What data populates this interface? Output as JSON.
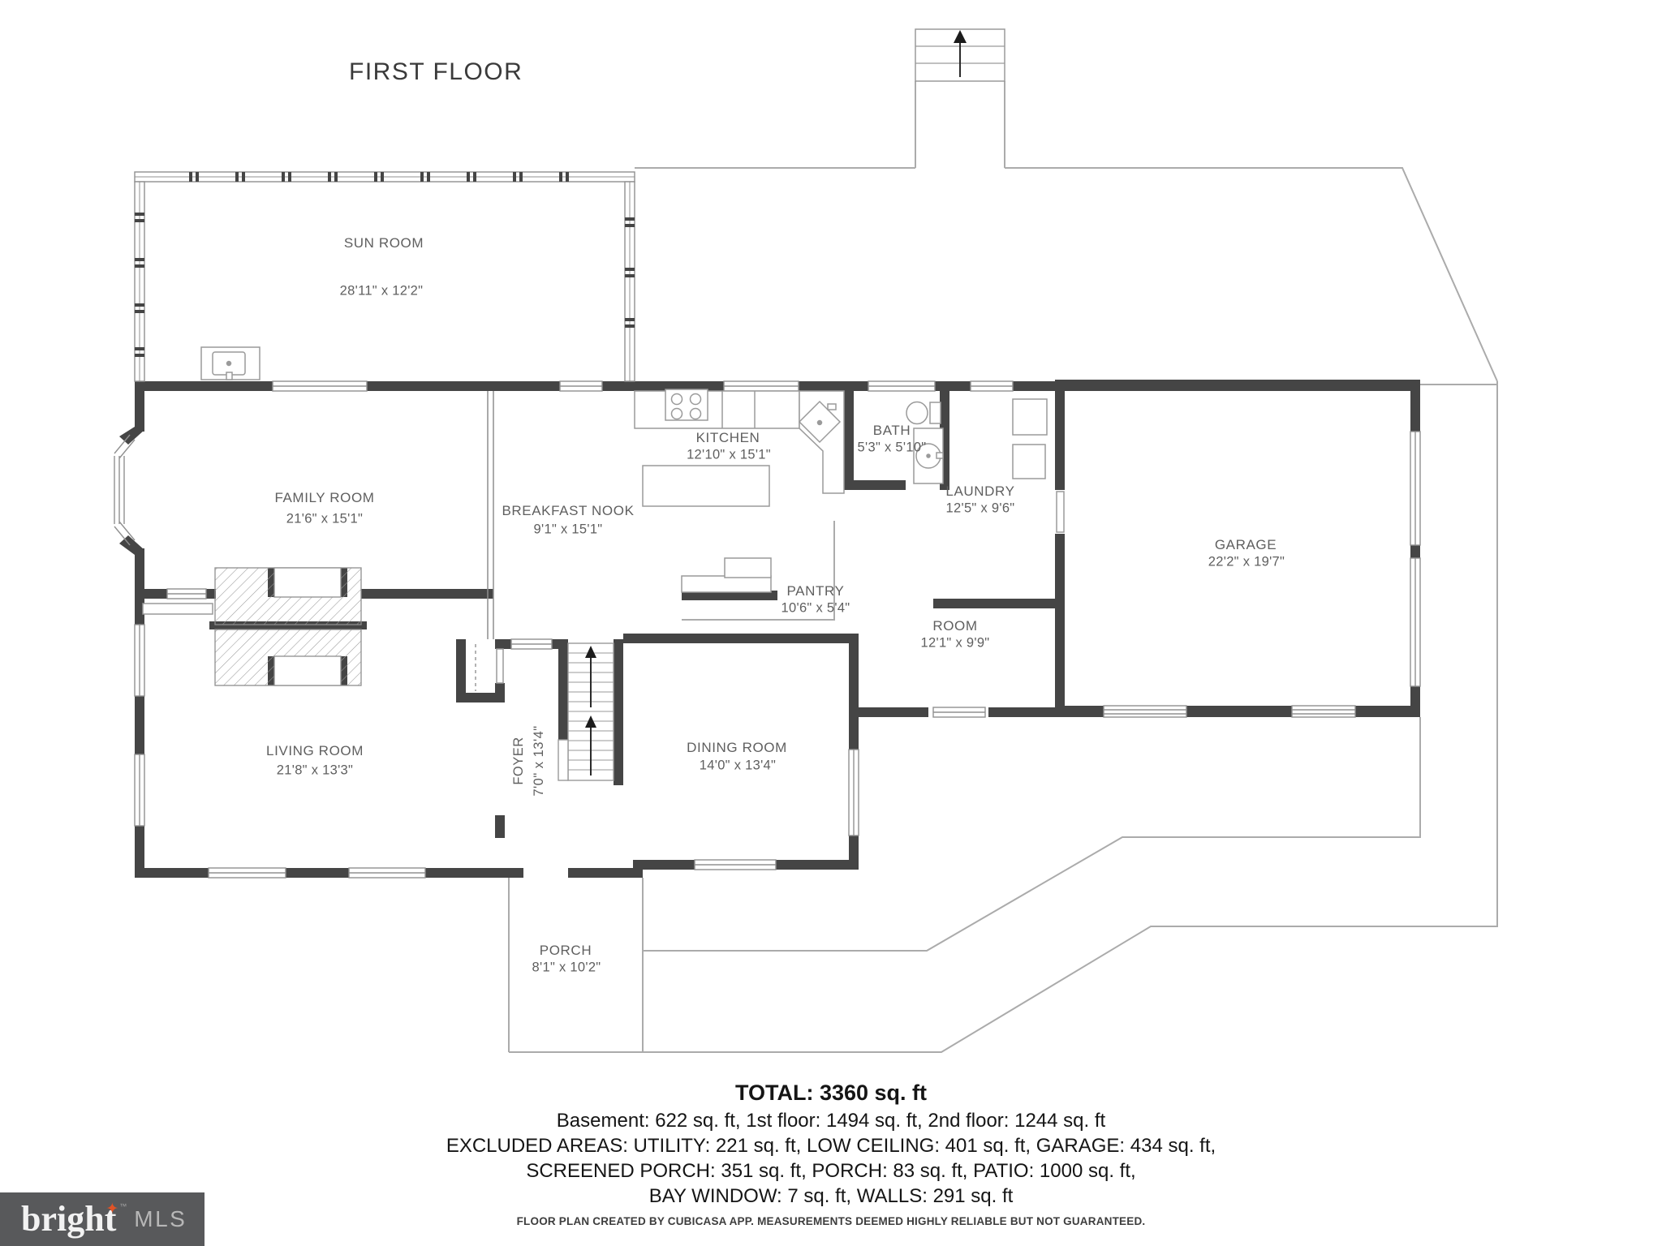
{
  "title": "FIRST FLOOR",
  "rooms": [
    {
      "id": "sun-room",
      "name": "SUN ROOM",
      "dims": "28'11\" x 12'2\""
    },
    {
      "id": "family-room",
      "name": "FAMILY ROOM",
      "dims": "21'6\" x 15'1\""
    },
    {
      "id": "breakfast-nook",
      "name": "BREAKFAST NOOK",
      "dims": "9'1\" x 15'1\""
    },
    {
      "id": "kitchen",
      "name": "KITCHEN",
      "dims": "12'10\" x 15'1\""
    },
    {
      "id": "bath",
      "name": "BATH",
      "dims": "5'3\" x 5'10\""
    },
    {
      "id": "laundry",
      "name": "LAUNDRY",
      "dims": "12'5\" x 9'6\""
    },
    {
      "id": "pantry",
      "name": "PANTRY",
      "dims": "10'6\" x 5'4\""
    },
    {
      "id": "room",
      "name": "ROOM",
      "dims": "12'1\" x 9'9\""
    },
    {
      "id": "garage",
      "name": "GARAGE",
      "dims": "22'2\" x 19'7\""
    },
    {
      "id": "living-room",
      "name": "LIVING ROOM",
      "dims": "21'8\" x 13'3\""
    },
    {
      "id": "foyer",
      "name": "FOYER",
      "dims": "7'0\" x 13'4\""
    },
    {
      "id": "dining-room",
      "name": "DINING ROOM",
      "dims": "14'0\" x 13'4\""
    },
    {
      "id": "porch",
      "name": "PORCH",
      "dims": "8'1\" x 10'2\""
    }
  ],
  "summary": {
    "total": "TOTAL: 3360 sq. ft",
    "line1": "Basement: 622 sq. ft, 1st floor: 1494 sq. ft, 2nd floor: 1244 sq. ft",
    "line2": "EXCLUDED AREAS: UTILITY: 221 sq. ft, LOW CEILING: 401 sq. ft, GARAGE: 434 sq. ft,",
    "line3": "SCREENED PORCH: 351 sq. ft, PORCH: 83 sq. ft, PATIO: 1000 sq. ft,",
    "line4": "BAY WINDOW: 7 sq. ft, WALLS: 291 sq. ft"
  },
  "disclaimer": "FLOOR PLAN CREATED BY CUBICASA APP. MEASUREMENTS DEEMED HIGHLY RELIABLE BUT NOT GUARANTEED.",
  "logo": {
    "brand": "bright",
    "suffix": "MLS",
    "tm": "™",
    "star": "✦"
  },
  "colors": {
    "wall": "#454545",
    "window_line": "#909090",
    "outline": "#ababab",
    "fixture": "#9a9a9a",
    "label": "#5f5f5f",
    "logo_bg": "#58595b",
    "logo_star": "#e05326"
  }
}
